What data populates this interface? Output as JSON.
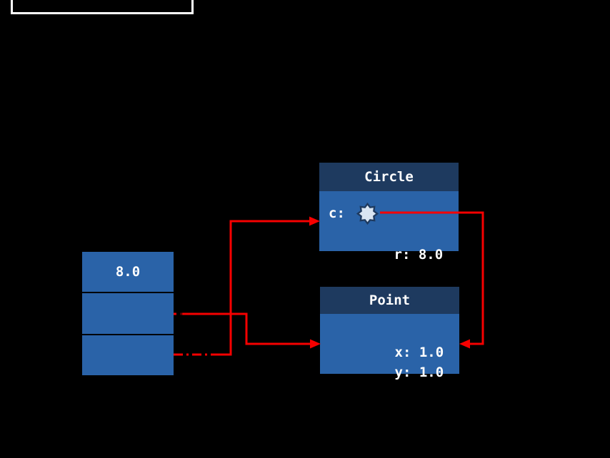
{
  "colors": {
    "background": "#000000",
    "object_header": "#1e3a5f",
    "object_body": "#2a63a8",
    "arrow": "#f60000",
    "star_fill": "#d9e5f2",
    "star_stroke": "#1e3a5f",
    "frame_outline": "#ffffff",
    "text": "#ffffff"
  },
  "stack": {
    "cells": [
      "8.0",
      "",
      ""
    ]
  },
  "objects": {
    "circle": {
      "title": "Circle",
      "field_c_label": "c:",
      "field_r": "r: 8.0"
    },
    "point": {
      "title": "Point",
      "field_x": "x: 1.0",
      "field_y": "y: 1.0"
    }
  },
  "icons": {
    "star": "8-pointed-star-reference-icon"
  },
  "arrows": [
    {
      "name": "middle-cell-to-point",
      "from": "stack-cell-2",
      "to": "point-left-edge"
    },
    {
      "name": "bottom-cell-to-circle",
      "from": "stack-cell-3",
      "to": "circle-left-edge"
    },
    {
      "name": "circle-c-to-point",
      "from": "circle-field-c-star",
      "to": "point-right-edge"
    }
  ]
}
